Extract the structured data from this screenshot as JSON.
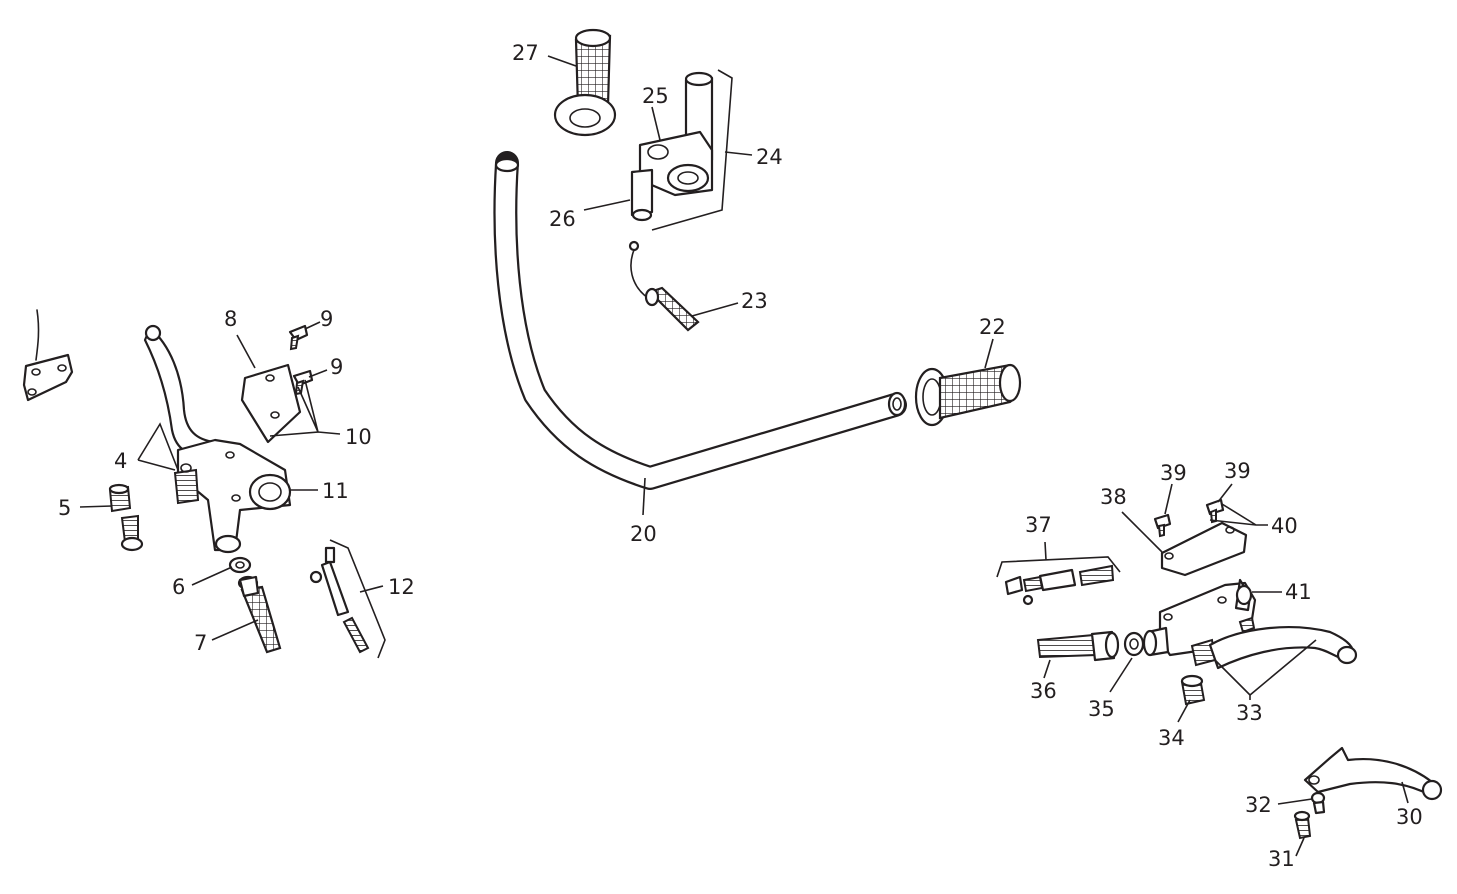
{
  "callouts": {
    "c4": "4",
    "c5": "5",
    "c6": "6",
    "c7": "7",
    "c8": "8",
    "c9a": "9",
    "c9b": "9",
    "c10": "10",
    "c11": "11",
    "c12": "12",
    "c20": "20",
    "c22": "22",
    "c23": "23",
    "c24": "24",
    "c25": "25",
    "c26": "26",
    "c27": "27",
    "c30": "30",
    "c31": "31",
    "c32": "32",
    "c33": "33",
    "c34": "34",
    "c35": "35",
    "c36": "36",
    "c37": "37",
    "c38": "38",
    "c39a": "39",
    "c39b": "39",
    "c40": "40",
    "c41": "41"
  },
  "colors": {
    "ink": "#231f20",
    "paper": "#ffffff"
  }
}
